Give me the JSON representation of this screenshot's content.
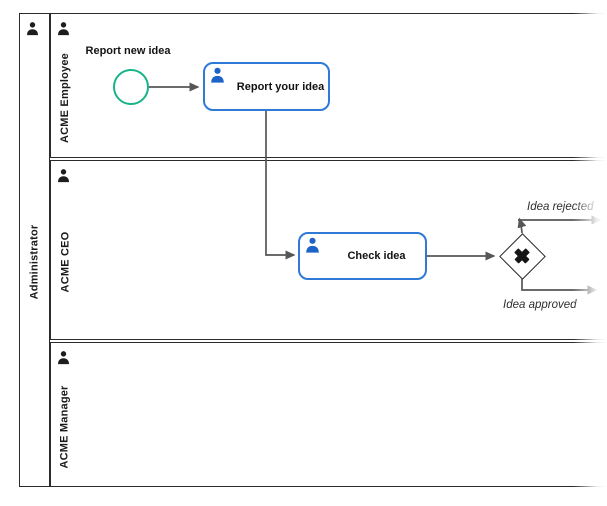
{
  "diagram": {
    "pool": {
      "name": "Administrator"
    },
    "lanes": [
      {
        "name": "ACME Employee"
      },
      {
        "name": "ACME CEO"
      },
      {
        "name": "ACME Manager"
      }
    ],
    "start_event": {
      "label": "Report new idea"
    },
    "tasks": [
      {
        "label": "Report your idea",
        "type": "user-task"
      },
      {
        "label": "Check idea",
        "type": "user-task"
      }
    ],
    "gateway": {
      "type": "exclusive-xor"
    },
    "flow_labels": [
      {
        "label": "Idea rejected"
      },
      {
        "label": "Idea approved"
      }
    ],
    "colors": {
      "start_event_stroke": "#19b38a",
      "task_stroke": "#2e7ad6",
      "task_icon": "#1e63c8",
      "flow": "#565656",
      "frame": "#2b2b2b"
    }
  }
}
